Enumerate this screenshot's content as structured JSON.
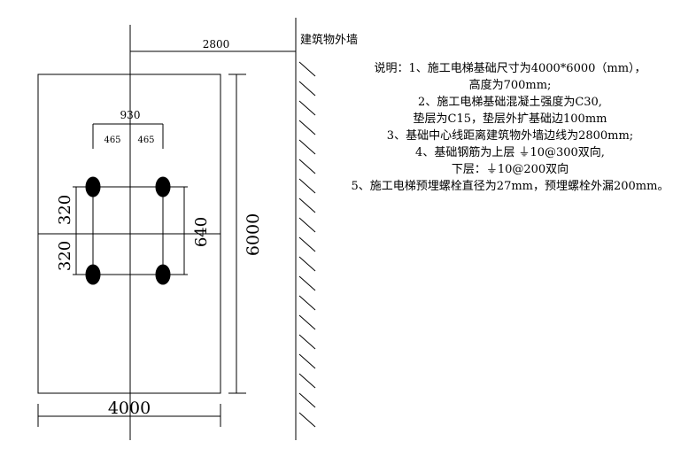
{
  "dimensions": {
    "wall_offset": "2800",
    "bolt_span": "930",
    "bolt_half_left": "465",
    "bolt_half_right": "465",
    "bolt_upper": "320",
    "bolt_lower": "320",
    "bolt_vertical": "640",
    "foundation_length": "6000",
    "foundation_width": "4000"
  },
  "wall_label": "建筑物外墙",
  "notes": [
    "说明：1、施工电梯基础尺寸为4000*6000（mm），",
    "高度为700mm;",
    "2、施工电梯基础混凝土强度为C30,",
    "垫层为C15，垫层外扩基础边100mm",
    "3、基础中心线距离建筑物外墙边线为2800mm;",
    "4、基础钢筋为上层 ⏚10@300双向,",
    "下层：⏚10@200双向",
    "5、施工电梯预埋螺栓直径为27mm，预埋螺栓外漏200mm。"
  ]
}
